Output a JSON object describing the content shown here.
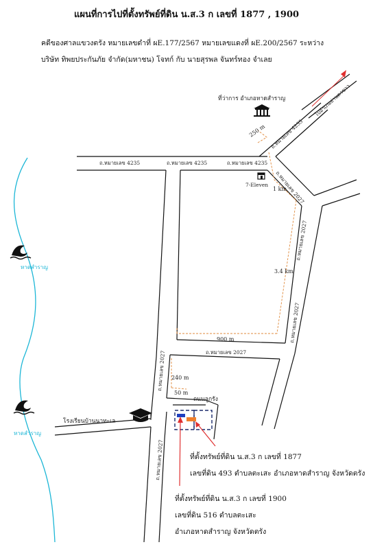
{
  "header": {
    "title": "แผนที่การไปที่ตั้งทรัพย์ที่ดิน น.ส.3 ก เลขที่ 1877 , 1900",
    "case_line": "คดีของศาลแขวงตรัง  หมายเลขดำที่ ผE.177/2567   หมายเลขแดงที่ ผE.200/2567   ระหว่าง",
    "parties_line": "บริษัท ทิพยประกันภัย จำกัด(มหาชน) โจทก์   กับ   นายสุรพล  จันทร์ทอง  จำเลย"
  },
  "map": {
    "landmarks": {
      "district_office": "ที่ว่าการ อำเภอหาดสำราญ",
      "seven_eleven": "7-Eleven",
      "school": "โรงเรียนบ้านนาทะเล",
      "village": "ถนนลูกรัง",
      "to_yan_ta_khao": "ไปอำเภอย่านตาขาว"
    },
    "roads": {
      "r4235_a": "ถ.หมายเลข 4235",
      "r4235_b": "ถ.หมายเลข 4235",
      "r4235_c": "ถ.หมายเลข 4235",
      "r4235_diag": "ถ.หมายเลข 4235",
      "r2027_top": "ถ.หมายเลข 2027",
      "r2027_right_a": "ถ.หมายเลข 2027",
      "r2027_right_b": "ถ.หมายเลข 2027",
      "r2027_mid": "ถ.หมายเลข 2027",
      "r2027_left_a": "ถ.หมายเลข 2027",
      "r2027_left_b": "ถ.หมายเลข 2027"
    },
    "distances": {
      "d250": "250 m",
      "d1km": "1 km",
      "d34km": "3.4 km",
      "d900": "900 m",
      "d240": "240 m",
      "d50": "50 m"
    },
    "beaches": {
      "beach_top": "หาดสำราญ",
      "beach_bottom": "หาดสำราญ"
    },
    "colors": {
      "road": "#111111",
      "route": "#e08a3c",
      "water": "#1bb6d6",
      "pointer": "#e03030",
      "plot_1900": "#1f3fbf",
      "plot_1877": "#f07f2b",
      "plot_border": "#1a2a6c"
    },
    "icons": [
      "temple-icon",
      "store-icon",
      "graduation-cap-icon",
      "wave-icon",
      "arrow-icon"
    ]
  },
  "plots": {
    "p1877_line1": "ที่ตั้งทรัพย์ที่ดิน น.ส.3 ก เลขที่ 1877",
    "p1877_line2": "เลขที่ดิน 493 ตำบลตะเสะ อำเภอหาดสำราญ จังหวัดตรัง",
    "p1900_line1": "ที่ตั้งทรัพย์ที่ดิน น.ส.3 ก เลขที่ 1900",
    "p1900_line2": "เลขที่ดิน 516  ตำบลตะเสะ",
    "p1900_line3": "อำเภอหาดสำราญ จังหวัดตรัง"
  }
}
